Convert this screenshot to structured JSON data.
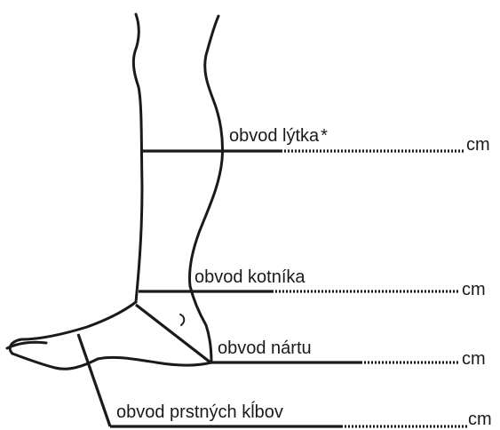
{
  "measurements": [
    {
      "label": "obvod lýtka",
      "marker": "*",
      "unit": "cm"
    },
    {
      "label": "obvod kotníka",
      "marker": "",
      "unit": "cm"
    },
    {
      "label": "obvod nártu",
      "marker": "",
      "unit": "cm"
    },
    {
      "label": "obvod prstných kĺbov",
      "marker": "",
      "unit": "cm"
    }
  ],
  "colors": {
    "ink": "#1a1a1a",
    "background": "#ffffff"
  }
}
